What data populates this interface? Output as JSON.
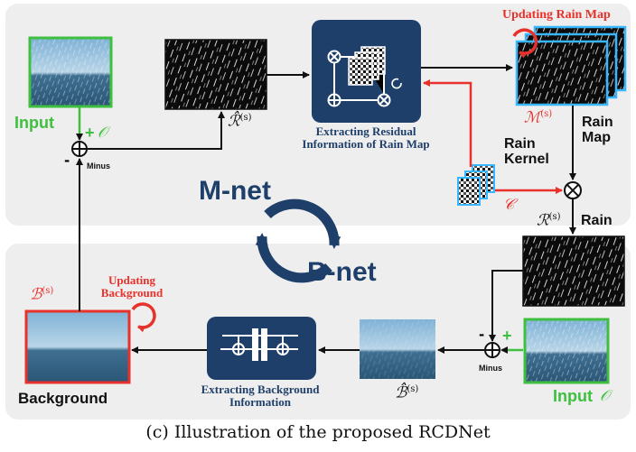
{
  "diagram": {
    "top_path": {
      "updating_rain_map": "Updating Rain Map",
      "input_label": "Input",
      "input_sym": "𝒪",
      "residual_rain_sym": "ℛ̂",
      "residual_rain_sup": "(s)",
      "extracting_residual": "Extracting Residual\nInformation of Rain Map",
      "rain_map_sym": "ℳ",
      "rain_map_sup": "(s)",
      "rain_map_label": "Rain\nMap",
      "rain_kernel_label": "Rain\nKernel",
      "kernel_sym": "𝒞",
      "minus_label": "Minus"
    },
    "middle": {
      "rain_sym": "ℛ",
      "rain_sup": "(s)",
      "rain_label": "Rain",
      "mnet": "M-net",
      "bnet": "B-net"
    },
    "bottom_path": {
      "background_sym": "ℬ",
      "background_sup": "(s)",
      "updating_background": "Updating\nBackground",
      "background_label": "Background",
      "extracting_background": "Extracting Background\nInformation",
      "bg_hat_sym": "ℬ̂",
      "bg_hat_sup": "(s)",
      "minus_label": "Minus",
      "input_label": "Input",
      "input_sym": "𝒪"
    },
    "signs": {
      "plus": "+",
      "minus": "-"
    }
  },
  "caption": "(c)  Illustration of the proposed RCDNet",
  "colors": {
    "navy": "#1f3f6b",
    "panel": "#eeeeee",
    "green": "#3fbf3f",
    "red": "#e8312a",
    "cyan": "#38b6ff"
  }
}
